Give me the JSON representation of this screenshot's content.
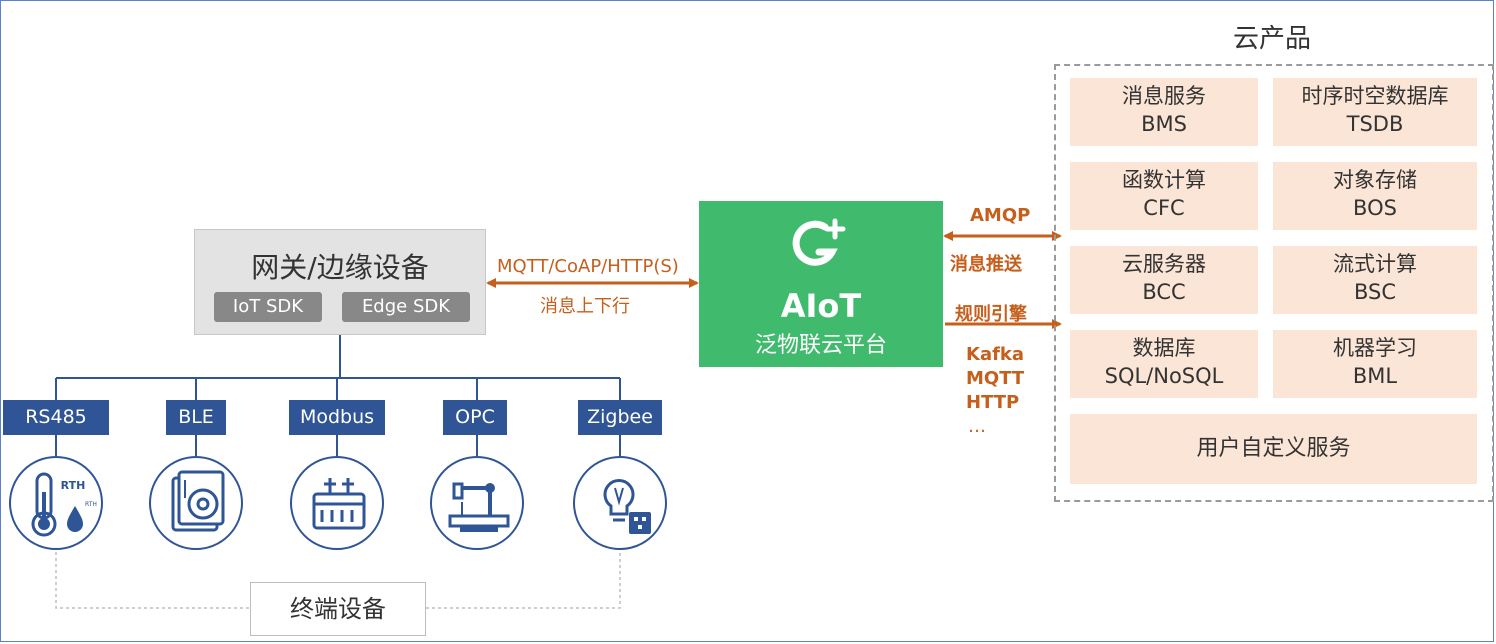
{
  "gateway": {
    "title": "网关/边缘设备",
    "sdk1": "IoT SDK",
    "sdk2": "Edge SDK"
  },
  "link_left": {
    "protocols": "MQTT/CoAP/HTTP(S)",
    "desc": "消息上下行"
  },
  "platform": {
    "title": "AIoT",
    "subtitle": "泛物联云平台"
  },
  "link_right": {
    "amqp": "AMQP",
    "push": "消息推送",
    "rule": "规则引擎",
    "outputs": [
      "Kafka",
      "MQTT",
      "HTTP",
      "…"
    ]
  },
  "protocols": [
    "RS485",
    "BLE",
    "Modbus",
    "OPC",
    "Zigbee"
  ],
  "devices": {
    "icon_text_main": "RTH",
    "icon_text_small": "RTH"
  },
  "terminal": {
    "label": "终端设备"
  },
  "cloud": {
    "title": "云产品",
    "products": [
      {
        "name": "消息服务",
        "code": "BMS"
      },
      {
        "name": "时序时空数据库",
        "code": "TSDB"
      },
      {
        "name": "函数计算",
        "code": "CFC"
      },
      {
        "name": "对象存储",
        "code": "BOS"
      },
      {
        "name": "云服务器",
        "code": "BCC"
      },
      {
        "name": "流式计算",
        "code": "BSC"
      },
      {
        "name": "数据库",
        "code": "SQL/NoSQL"
      },
      {
        "name": "机器学习",
        "code": "BML"
      }
    ],
    "custom": "用户自定义服务"
  },
  "colors": {
    "accent_green": "#40bb6e",
    "arrow_orange": "#c65f1c",
    "proto_blue": "#2f5597",
    "product_bg": "#fbe5d6"
  }
}
